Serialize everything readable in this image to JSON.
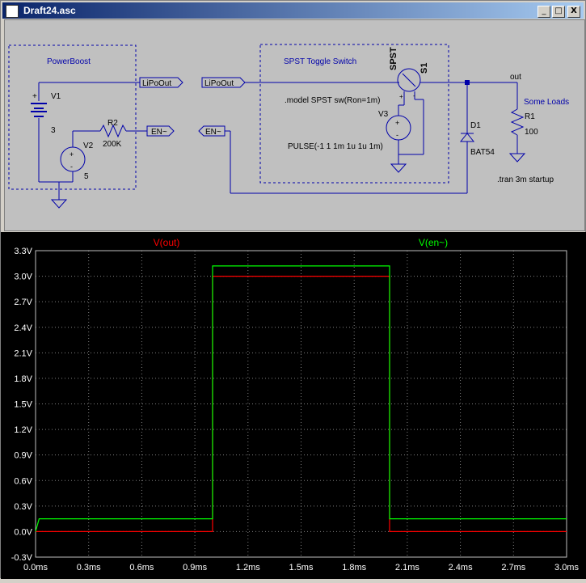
{
  "window": {
    "title": "Draft24.asc",
    "minimize": "_",
    "restore": "□",
    "close": "X"
  },
  "schematic": {
    "block_powerboost": "PowerBoost",
    "block_switch": "SPST Toggle Switch",
    "v1_name": "V1",
    "v1_value": "3",
    "r2_name": "R2",
    "r2_value": "200K",
    "v2_name": "V2",
    "v2_value": "5",
    "v3_name": "V3",
    "v3_value": "PULSE(-1 1 1m 1u 1u 1m)",
    "s1_name": "S1",
    "s1_model": "SPST",
    "model_directive": ".model SPST sw(Ron=1m)",
    "d1_name": "D1",
    "d1_value": "BAT54",
    "r1_name": "R1",
    "r1_value": "100",
    "net_out": "out",
    "loads_label": "Some Loads",
    "tran_directive": ".tran 3m startup",
    "port_lipo_out_1": "LiPoOut",
    "port_lipo_out_2": "LiPoOut",
    "port_en_1": "EN~",
    "port_en_2": "EN~",
    "plus": "+",
    "minus": "-"
  },
  "chart_data": {
    "type": "line",
    "title": "",
    "xlabel": "",
    "ylabel": "",
    "xlim": [
      0,
      3.0
    ],
    "ylim": [
      -0.3,
      3.3
    ],
    "x_ticks": [
      0,
      0.3,
      0.6,
      0.9,
      1.2,
      1.5,
      1.8,
      2.1,
      2.4,
      2.7,
      3.0
    ],
    "x_tick_labels": [
      "0.0ms",
      "0.3ms",
      "0.6ms",
      "0.9ms",
      "1.2ms",
      "1.5ms",
      "1.8ms",
      "2.1ms",
      "2.4ms",
      "2.7ms",
      "3.0ms"
    ],
    "y_ticks": [
      3.3,
      3.0,
      2.7,
      2.4,
      2.1,
      1.8,
      1.5,
      1.2,
      0.9,
      0.6,
      0.3,
      0.0,
      -0.3
    ],
    "y_tick_labels": [
      "3.3V",
      "3.0V",
      "2.7V",
      "2.4V",
      "2.1V",
      "1.8V",
      "1.5V",
      "1.2V",
      "0.9V",
      "0.6V",
      "0.3V",
      "0.0V",
      "-0.3V"
    ],
    "grid": true,
    "series": [
      {
        "name": "V(out)",
        "color": "#ff0000",
        "x": [
          0,
          1.0,
          1.0,
          2.0,
          2.0,
          3.0
        ],
        "y": [
          0.0,
          0.0,
          3.0,
          3.0,
          0.0,
          0.0
        ]
      },
      {
        "name": "V(en~)",
        "color": "#00ff00",
        "x": [
          0,
          0.02,
          1.0,
          1.0,
          2.0,
          2.0,
          3.0
        ],
        "y": [
          0.0,
          0.15,
          0.15,
          3.12,
          3.12,
          0.15,
          0.15
        ]
      }
    ]
  }
}
